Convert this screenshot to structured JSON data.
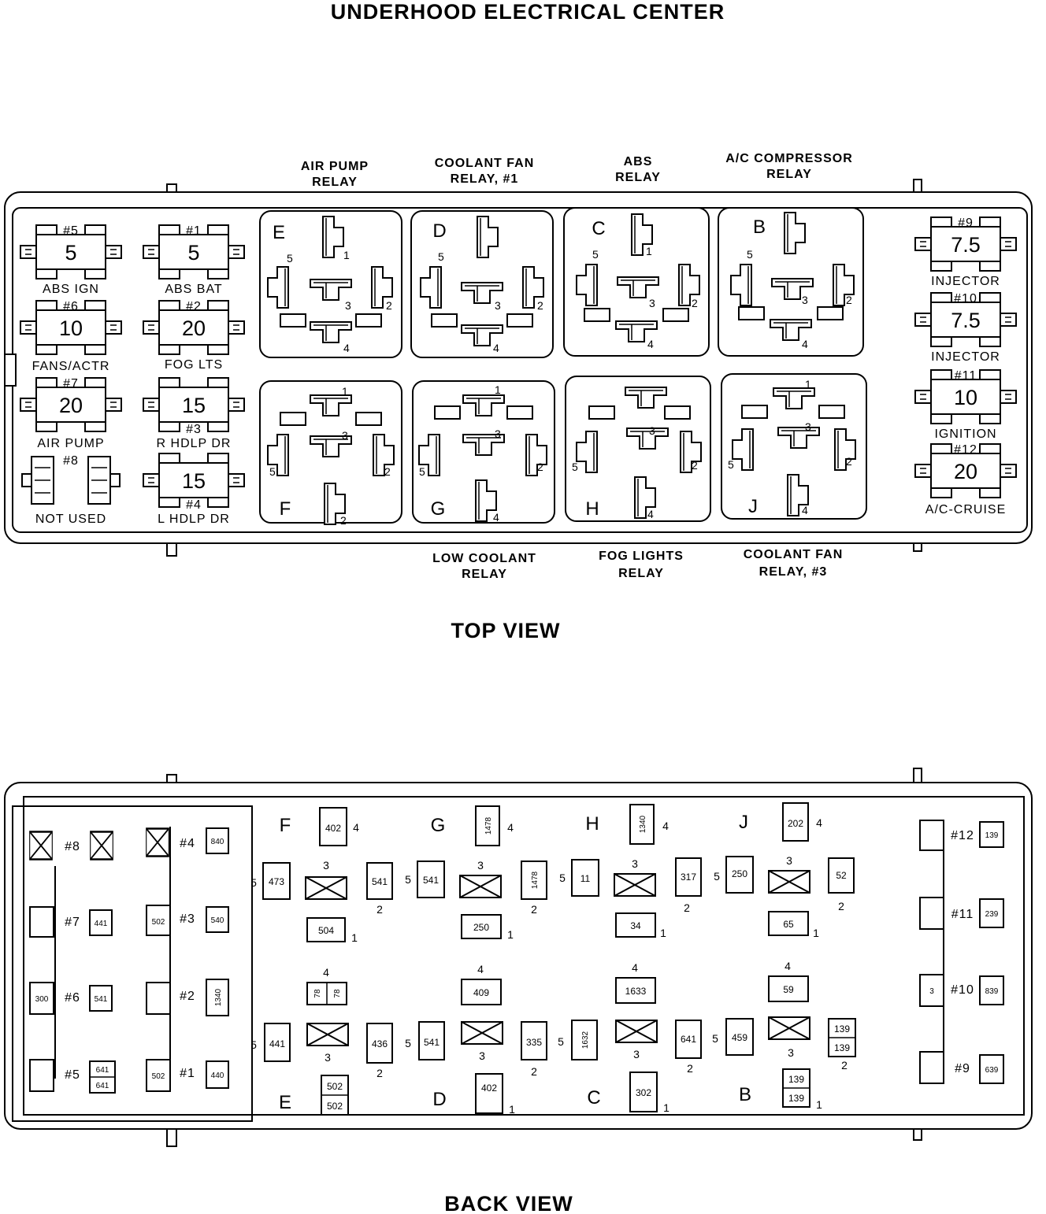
{
  "title": "UNDERHOOD ELECTRICAL CENTER",
  "top_view": {
    "caption": "TOP VIEW",
    "relay_labels_top": [
      {
        "line1": "AIR PUMP",
        "line2": "RELAY"
      },
      {
        "line1": "COOLANT FAN",
        "line2": "RELAY, #1"
      },
      {
        "line1": "ABS",
        "line2": "RELAY"
      },
      {
        "line1": "A/C COMPRESSOR",
        "line2": "RELAY"
      }
    ],
    "relay_labels_bottom": [
      {
        "line1": "LOW COOLANT",
        "line2": "RELAY"
      },
      {
        "line1": "FOG LIGHTS",
        "line2": "RELAY"
      },
      {
        "line1": "COOLANT FAN",
        "line2": "RELAY, #3"
      }
    ],
    "relays_top": [
      "E",
      "D",
      "C",
      "B"
    ],
    "relays_bottom": [
      "F",
      "G",
      "H",
      "J"
    ],
    "pin_labels": {
      "p1": "1",
      "p2": "2",
      "p3": "3",
      "p4": "4",
      "p5": "5"
    },
    "left_fuses": [
      {
        "pos": "#5",
        "rating": "5",
        "label": "ABS IGN"
      },
      {
        "pos": "#1",
        "rating": "5",
        "label": "ABS BAT"
      },
      {
        "pos": "#6",
        "rating": "10",
        "label": "FANS/ACTR"
      },
      {
        "pos": "#2",
        "rating": "20",
        "label": "FOG LTS"
      },
      {
        "pos": "#7",
        "rating": "20",
        "label": "AIR PUMP"
      },
      {
        "pos": "#3",
        "rating": "15",
        "label": "R HDLP DR"
      },
      {
        "pos": "#8",
        "rating": "",
        "label": "NOT USED"
      },
      {
        "pos": "#4",
        "rating": "15",
        "label": "L HDLP DR"
      }
    ],
    "right_fuses": [
      {
        "pos": "#9",
        "rating": "7.5",
        "label": "INJECTOR"
      },
      {
        "pos": "#10",
        "rating": "7.5",
        "label": "INJECTOR"
      },
      {
        "pos": "#11",
        "rating": "10",
        "label": "IGNITION"
      },
      {
        "pos": "#12",
        "rating": "20",
        "label": "A/C-CRUISE"
      }
    ]
  },
  "back_view": {
    "caption": "BACK VIEW",
    "left_positions": [
      "#8",
      "#4",
      "#7",
      "#3",
      "#6",
      "#2",
      "#5",
      "#1"
    ],
    "left_wires": {
      "w840": "840",
      "w441": "441",
      "w502a": "502",
      "w540": "540",
      "w300": "300",
      "w541": "541",
      "w1340": "1340",
      "w641a": "641",
      "w641b": "641",
      "w502b": "502",
      "w440": "440"
    },
    "right_positions": [
      "#12",
      "#11",
      "#10",
      "#9"
    ],
    "right_wires": {
      "w139": "139",
      "w239": "239",
      "w3": "3",
      "w839": "839",
      "w639": "639"
    },
    "relays_top": [
      {
        "letter": "F",
        "p4": "402",
        "p5": "473",
        "p2": "541",
        "p1": "504"
      },
      {
        "letter": "G",
        "p4": "1478",
        "p5": "541",
        "p2": "1478",
        "p1": "250"
      },
      {
        "letter": "H",
        "p4": "1340",
        "p5": "11",
        "p2": "317",
        "p1": "34"
      },
      {
        "letter": "J",
        "p4": "202",
        "p5": "250",
        "p2": "52",
        "p1": "65"
      }
    ],
    "relays_bottom": [
      {
        "letter": "E",
        "p4a": "78",
        "p4b": "78",
        "p5": "441",
        "p2": "436",
        "p1a": "502",
        "p1b": "502"
      },
      {
        "letter": "D",
        "p4": "409",
        "p5": "541",
        "p2": "335",
        "p1": "402"
      },
      {
        "letter": "C",
        "p4": "1633",
        "p5": "1632",
        "p2": "641",
        "p1": "302"
      },
      {
        "letter": "B",
        "p4": "59",
        "p5": "459",
        "p2a": "139",
        "p2b": "139",
        "p1a": "139",
        "p1b": "139"
      }
    ]
  }
}
